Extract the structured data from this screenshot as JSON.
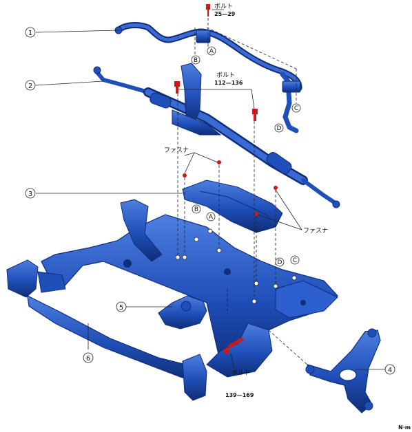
{
  "callouts": {
    "c1": "1",
    "c2": "2",
    "c3": "3",
    "c4": "4",
    "c5": "5",
    "c6": "6"
  },
  "letters": {
    "a": "A",
    "b": "B",
    "c": "C",
    "d": "D"
  },
  "labels": {
    "bolt_top": "ボルト",
    "bolt_top_torque": "25—29",
    "bolt_mid": "ボルト",
    "bolt_mid_torque": "112—136",
    "fastener_left": "ファスナ",
    "fastener_right": "ファスナ",
    "bolt_bottom": "ボルト",
    "bolt_bottom_torque": "139—169",
    "units": "N·m"
  },
  "colors": {
    "part_blue": "#1f4fb8",
    "part_dark": "#0f2d78",
    "part_light": "#4d7ee0",
    "fastener_red": "#d01818",
    "line": "#222222"
  }
}
